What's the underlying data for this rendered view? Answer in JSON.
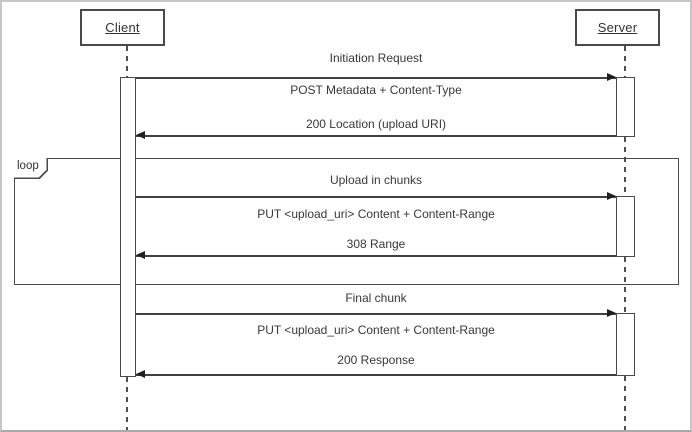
{
  "diagram_type": "uml-sequence-diagram",
  "actors": [
    {
      "label": "Client"
    },
    {
      "label": "Server"
    }
  ],
  "fragment": {
    "operator": "loop"
  },
  "exchanges": [
    {
      "title": "Initiation Request",
      "request": "POST Metadata + Content-Type",
      "response": "200 Location (upload URI)"
    },
    {
      "title": "Upload in chunks",
      "request": "PUT <upload_uri> Content + Content-Range",
      "response": "308 Range"
    },
    {
      "title": "Final chunk",
      "request": "PUT <upload_uri> Content + Content-Range",
      "response": "200 Response"
    }
  ],
  "colors": {
    "line": "#404040",
    "text": "#383838",
    "background": "#ffffff",
    "outer_border": "#c6c6c6"
  }
}
